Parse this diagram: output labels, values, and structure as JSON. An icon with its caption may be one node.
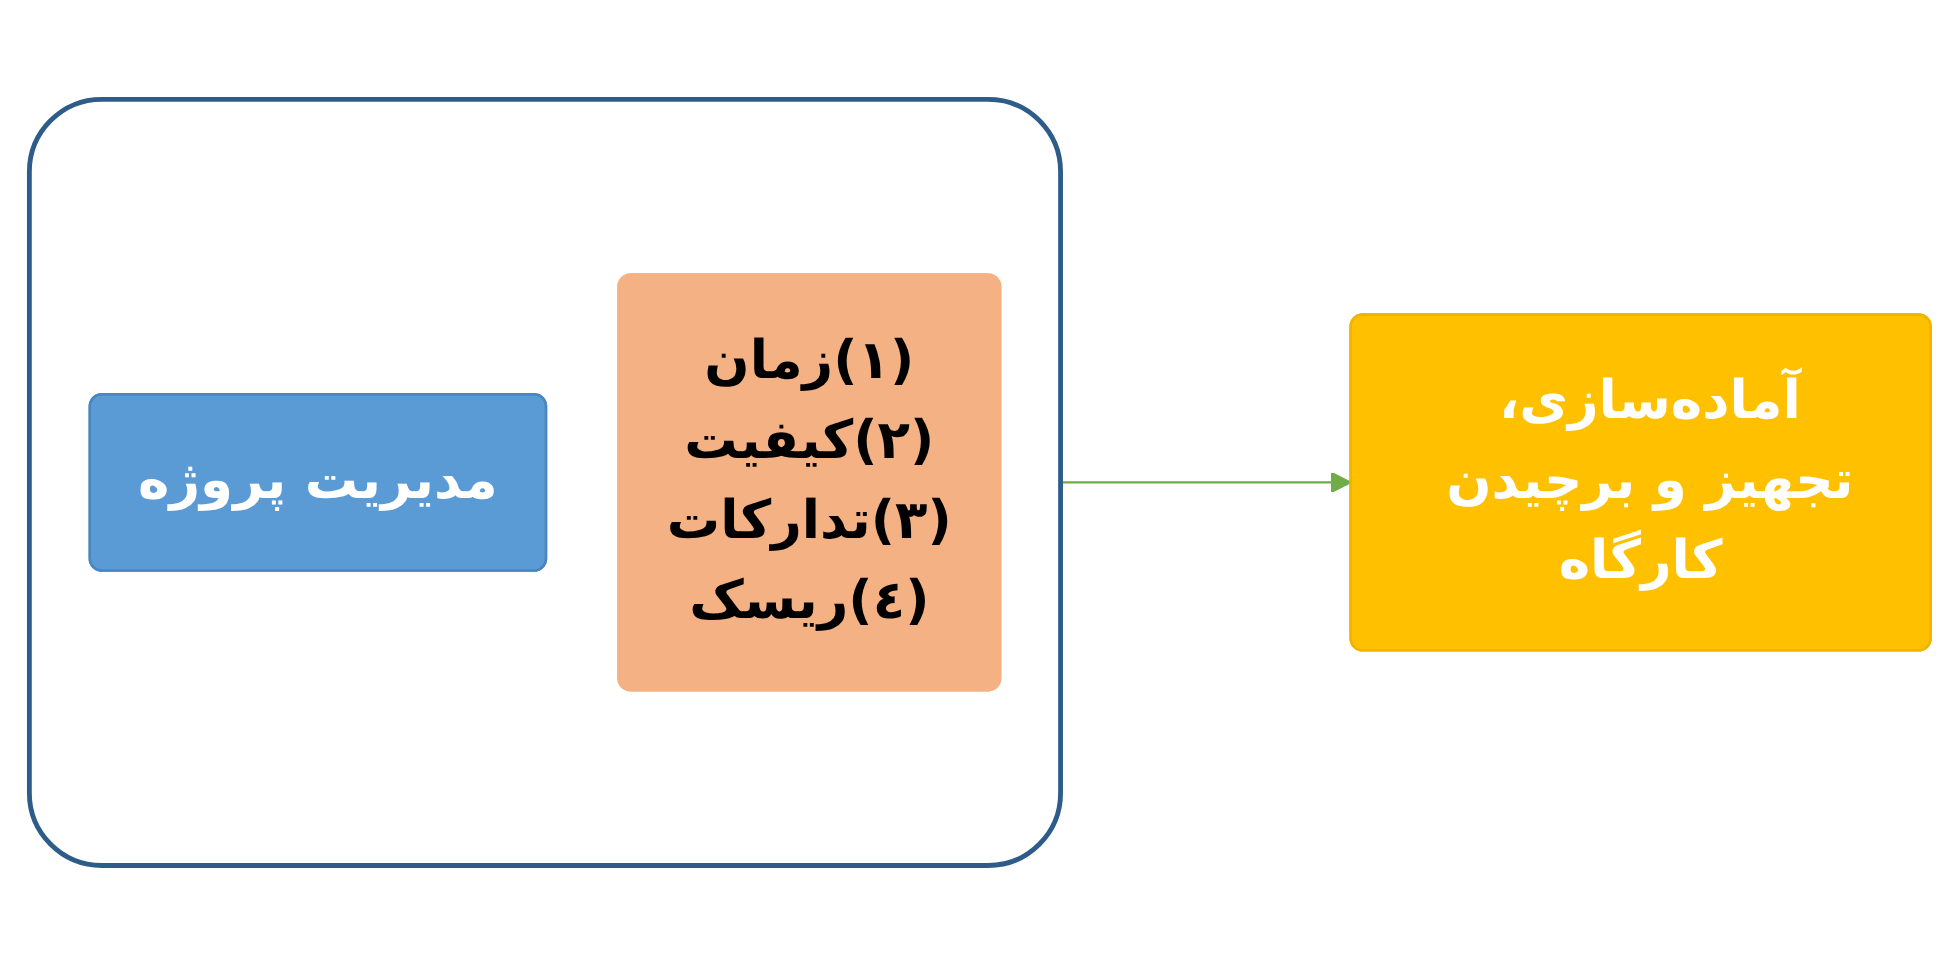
{
  "diagram": {
    "nodes": [
      {
        "text": [],
        "shape": "box"
      },
      {
        "text": [
          "مدیریت پروژه"
        ],
        "in": 0
      },
      {
        "text": [
          "(۱)زمان",
          "(۲)کیفیت",
          "(۳)تدارکات",
          "(٤)ریسک"
        ],
        "in": 0
      },
      {
        "text": [
          "آماده‌سازی، تجهیز و برچیدن کارگاه"
        ]
      }
    ],
    "edges": [
      {
        "from": 0,
        "to": 3,
        "arrow": "to",
        "color": "#70ad47"
      }
    ]
  }
}
